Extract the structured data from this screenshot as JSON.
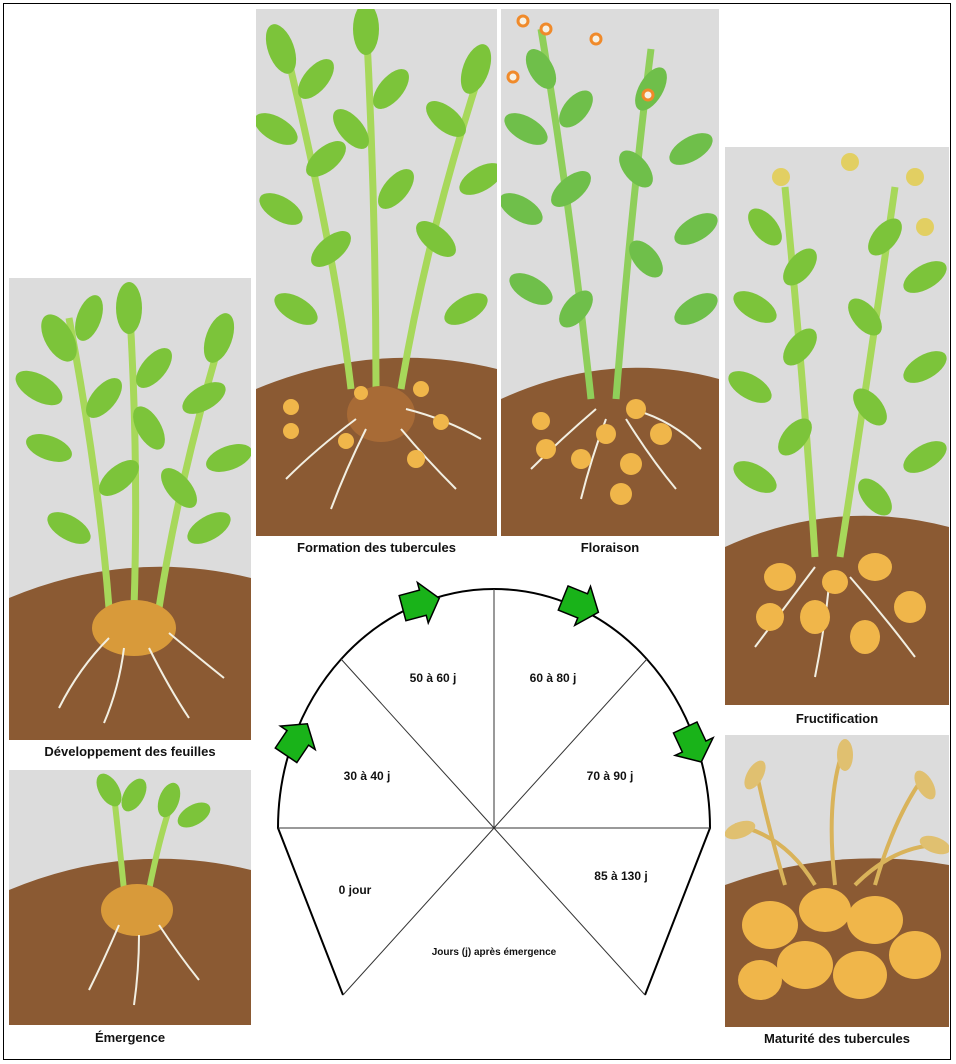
{
  "stages": {
    "emergence": "Émergence",
    "leaf_development": "Développement des feuilles",
    "tuber_formation": "Formation des tubercules",
    "flowering": "Floraison",
    "fructification": "Fructification",
    "tuber_maturity": "Maturité des tubercules"
  },
  "cycle": {
    "segments": [
      "0 jour",
      "30 à 40 j",
      "50 à 60 j",
      "60 à 80 j",
      "70 à 90 j",
      "85 à 130 j"
    ],
    "axis_label": "Jours (j) après émergence"
  },
  "colors": {
    "arrow": "#19b319",
    "leaf": "#7cc43a",
    "stem": "#a7d85a",
    "soil": "#8b5a33",
    "tuber": "#f0b64a",
    "dry_leaf": "#d9b35a"
  }
}
